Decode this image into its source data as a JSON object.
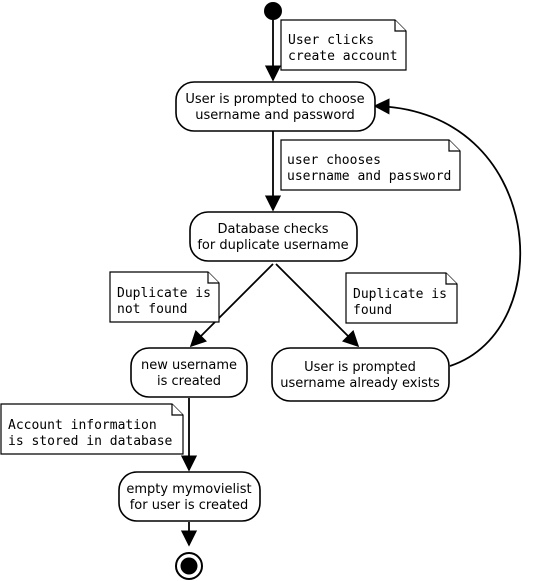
{
  "diagram": {
    "nodes": {
      "prompt_choose": [
        "User is prompted to choose",
        "username and password"
      ],
      "db_check": [
        "Database checks",
        "for duplicate username"
      ],
      "new_username": [
        "new username",
        "is created"
      ],
      "already_exists": [
        "User is prompted",
        "username already exists"
      ],
      "empty_list": [
        "empty mymovielist",
        "for user is created"
      ]
    },
    "notes": {
      "clicks_create": [
        "User clicks",
        "create account"
      ],
      "chooses": [
        "user chooses",
        "username and password"
      ],
      "not_found": [
        "Duplicate is",
        "not found"
      ],
      "found": [
        "Duplicate is",
        "found"
      ],
      "stored": [
        "Account information",
        "is stored in database"
      ]
    }
  }
}
